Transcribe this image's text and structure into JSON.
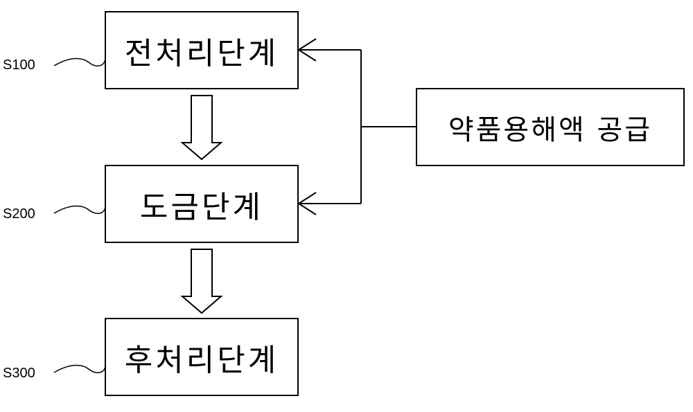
{
  "steps": [
    {
      "ref": "S100",
      "label": "전처리단계"
    },
    {
      "ref": "S200",
      "label": "도금단계"
    },
    {
      "ref": "S300",
      "label": "후처리단계"
    }
  ],
  "supply": {
    "label": "약품용해액 공급"
  },
  "colors": {
    "line": "#000000",
    "background": "#ffffff"
  }
}
